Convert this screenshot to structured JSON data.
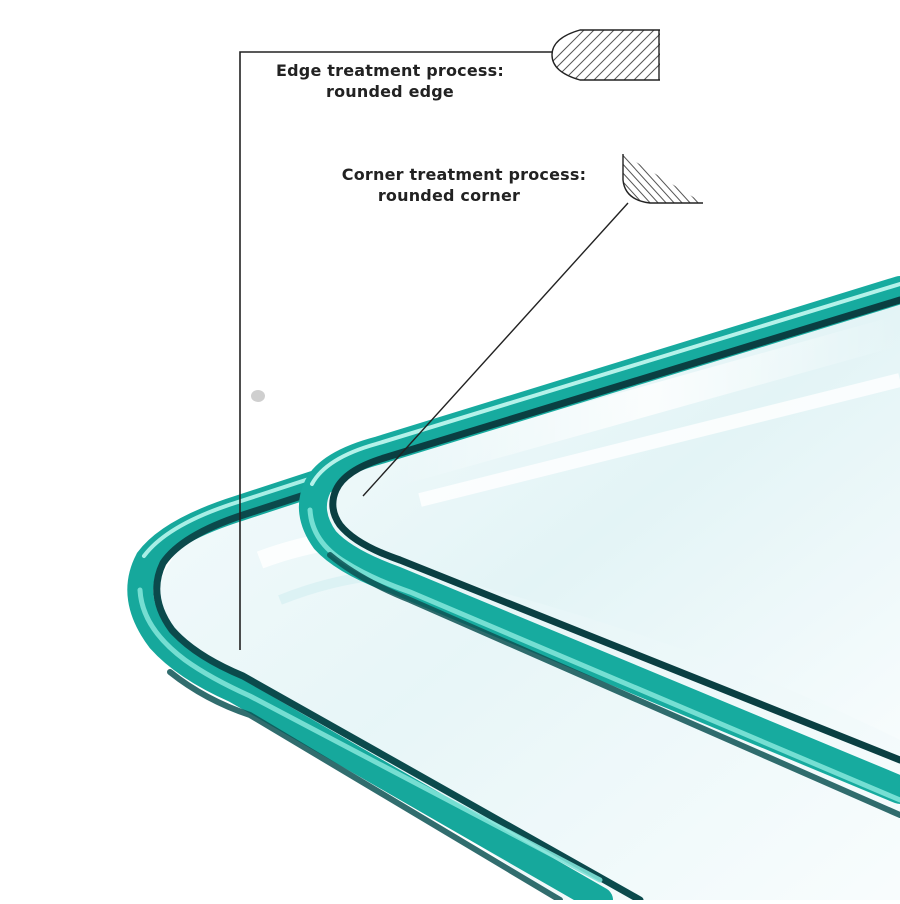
{
  "edge_treatment": {
    "title": "Edge treatment process:",
    "value": "rounded edge"
  },
  "corner_treatment": {
    "title": "Corner treatment process:",
    "value": "rounded corner"
  },
  "colors": {
    "glass_edge": "#1bb3a6",
    "glass_edge_dark": "#0d4f50",
    "glass_highlight": "#7fe3d8",
    "glass_face": "#e9f7f8",
    "leader_line": "#222222",
    "hatch": "#555555"
  }
}
